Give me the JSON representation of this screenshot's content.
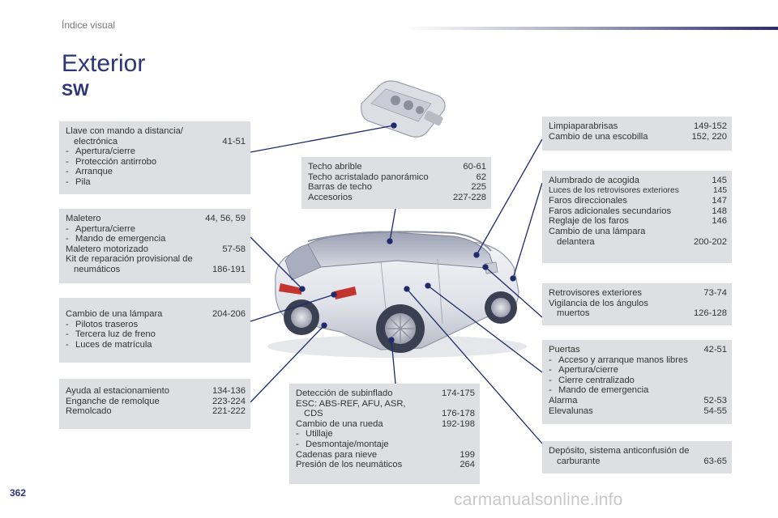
{
  "header": {
    "label": "Índice visual"
  },
  "title": "Exterior",
  "subtitle": "SW",
  "page_number": "362",
  "watermark": "carmanualsonline.info",
  "boxes": {
    "llave": {
      "title_line1": "Llave con mando a distancia/",
      "title_line2": "electrónica",
      "title_pages": "41-51",
      "items": [
        "Apertura/cierre",
        "Protección antirrobo",
        "Arranque",
        "Pila"
      ]
    },
    "maletero": {
      "line1_label": "Maletero",
      "line1_pages": "44, 56, 59",
      "items": [
        "Apertura/cierre",
        "Mando de emergencia"
      ],
      "line2_label": "Maletero motorizado",
      "line2_pages": "57-58",
      "line3_label": "Kit de reparación provisional de",
      "line3_cont": "neumáticos",
      "line3_pages": "186-191"
    },
    "lampara_trasera": {
      "title": "Cambio de una lámpara",
      "pages": "204-206",
      "items": [
        "Pilotos traseros",
        "Tercera luz de freno",
        "Luces de matrícula"
      ]
    },
    "ayuda": {
      "rows": [
        {
          "label": "Ayuda al estacionamiento",
          "pages": "134-136"
        },
        {
          "label": "Enganche de remolque",
          "pages": "223-224"
        },
        {
          "label": "Remolcado",
          "pages": "221-222"
        }
      ]
    },
    "techo": {
      "rows": [
        {
          "label": "Techo abrible",
          "pages": "60-61"
        },
        {
          "label": "Techo acristalado panorámico",
          "pages": "62"
        },
        {
          "label": "Barras de techo",
          "pages": "225"
        },
        {
          "label": "Accesorios",
          "pages": "227-228"
        }
      ]
    },
    "deteccion": {
      "r1_label": "Detección de subinflado",
      "r1_pages": "174-175",
      "r2_label": "ESC: ABS-REF, AFU, ASR,",
      "r2_cont": "CDS",
      "r2_pages": "176-178",
      "r3_label": "Cambio de una rueda",
      "r3_pages": "192-198",
      "items": [
        "Utillaje",
        "Desmontaje/montaje"
      ],
      "r4_label": "Cadenas para nieve",
      "r4_pages": "199",
      "r5_label": "Presión de los neumáticos",
      "r5_pages": "264"
    },
    "limpia": {
      "rows": [
        {
          "label": "Limpiaparabrisas",
          "pages": "149-152"
        },
        {
          "label": "Cambio de una escobilla",
          "pages": "152, 220"
        }
      ]
    },
    "alumbrado": {
      "r1_label": "Alumbrado de acogida",
      "r1_pages": "145",
      "r2_label": "Luces de los retrovisores exteriores",
      "r2_pages": "145",
      "r3_label": "Faros direccionales",
      "r3_pages": "147",
      "r4_label": "Faros adicionales secundarios",
      "r4_pages": "148",
      "r5_label": "Reglaje de los faros",
      "r5_pages": "146",
      "r6_label": "Cambio de una lámpara",
      "r6_cont": "delantera",
      "r6_pages": "200-202"
    },
    "retrovisores": {
      "r1_label": "Retrovisores exteriores",
      "r1_pages": "73-74",
      "r2_label": "Vigilancia de los ángulos",
      "r2_cont": "muertos",
      "r2_pages": "126-128"
    },
    "puertas": {
      "r1_label": "Puertas",
      "r1_pages": "42-51",
      "items": [
        "Acceso y arranque manos libres",
        "Apertura/cierre",
        "Cierre centralizado",
        "Mando de emergencia"
      ],
      "r2_label": "Alarma",
      "r2_pages": "52-53",
      "r3_label": "Elevalunas",
      "r3_pages": "54-55"
    },
    "deposito": {
      "r1_label": "Depósito, sistema anticonfusión de",
      "r1_cont": "carburante",
      "r1_pages": "63-65"
    }
  },
  "colors": {
    "title": "#2b3577",
    "box_bg": "#dedfe3",
    "leader": "#1e2a6a",
    "car_body": "#e8eaee",
    "tyre": "#3a3f52"
  }
}
